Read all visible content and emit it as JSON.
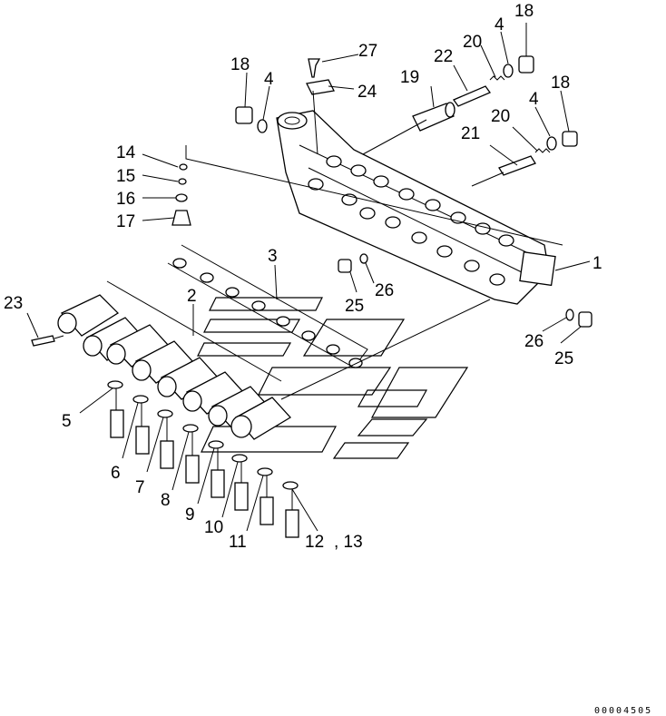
{
  "diagram": {
    "callouts": [
      {
        "id": "c18a",
        "text": "18"
      },
      {
        "id": "c4a",
        "text": "4"
      },
      {
        "id": "c27",
        "text": "27"
      },
      {
        "id": "c24",
        "text": "24"
      },
      {
        "id": "c19",
        "text": "19"
      },
      {
        "id": "c22",
        "text": "22"
      },
      {
        "id": "c20a",
        "text": "20"
      },
      {
        "id": "c4b",
        "text": "4"
      },
      {
        "id": "c18b",
        "text": "18"
      },
      {
        "id": "c4c",
        "text": "4"
      },
      {
        "id": "c18c",
        "text": "18"
      },
      {
        "id": "c20b",
        "text": "20"
      },
      {
        "id": "c21",
        "text": "21"
      },
      {
        "id": "c14",
        "text": "14"
      },
      {
        "id": "c15",
        "text": "15"
      },
      {
        "id": "c16",
        "text": "16"
      },
      {
        "id": "c17",
        "text": "17"
      },
      {
        "id": "c3",
        "text": "3"
      },
      {
        "id": "c1",
        "text": "1"
      },
      {
        "id": "c2",
        "text": "2"
      },
      {
        "id": "c26a",
        "text": "26"
      },
      {
        "id": "c25a",
        "text": "25"
      },
      {
        "id": "c23",
        "text": "23"
      },
      {
        "id": "c26b",
        "text": "26"
      },
      {
        "id": "c25b",
        "text": "25"
      },
      {
        "id": "c5",
        "text": "5"
      },
      {
        "id": "c6",
        "text": "6"
      },
      {
        "id": "c7",
        "text": "7"
      },
      {
        "id": "c8",
        "text": "8"
      },
      {
        "id": "c9",
        "text": "9"
      },
      {
        "id": "c10",
        "text": "10"
      },
      {
        "id": "c11",
        "text": "11"
      },
      {
        "id": "c12",
        "text": "12"
      },
      {
        "id": "c13",
        "text": ", 13"
      }
    ],
    "drawing_code": "00004505"
  }
}
